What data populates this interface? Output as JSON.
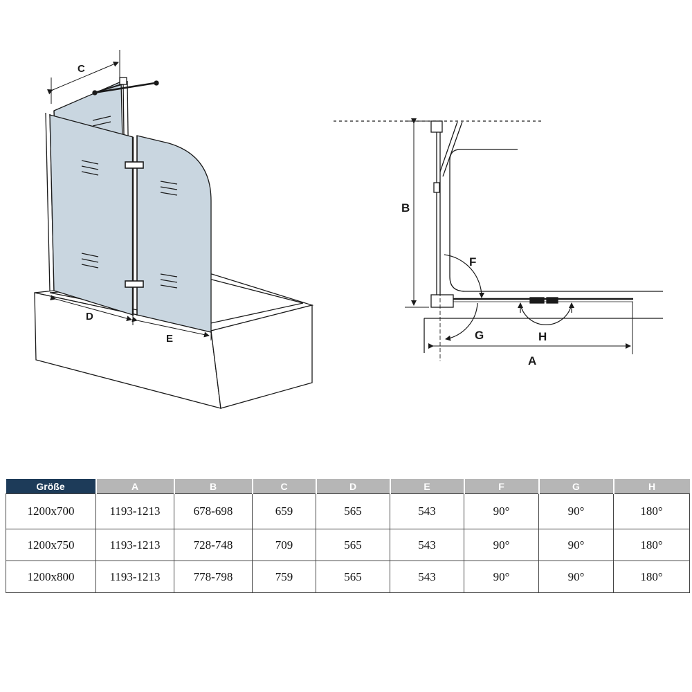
{
  "labels": {
    "C": "C",
    "D": "D",
    "E": "E",
    "A": "A",
    "B": "B",
    "F": "F",
    "G": "G",
    "H": "H"
  },
  "table": {
    "headers": [
      "Größe",
      "A",
      "B",
      "C",
      "D",
      "E",
      "F",
      "G",
      "H"
    ],
    "rows": [
      [
        "1200x700",
        "1193-1213",
        "678-698",
        "659",
        "565",
        "543",
        "90°",
        "90°",
        "180°"
      ],
      [
        "1200x750",
        "1193-1213",
        "728-748",
        "709",
        "565",
        "543",
        "90°",
        "90°",
        "180°"
      ],
      [
        "1200x800",
        "1193-1213",
        "778-798",
        "759",
        "565",
        "543",
        "90°",
        "90°",
        "180°"
      ]
    ]
  },
  "colors": {
    "header_first": "#1d3b59",
    "header": "#b6b6b6",
    "glass": "#c9d6e0",
    "line": "#1a1a1a"
  }
}
